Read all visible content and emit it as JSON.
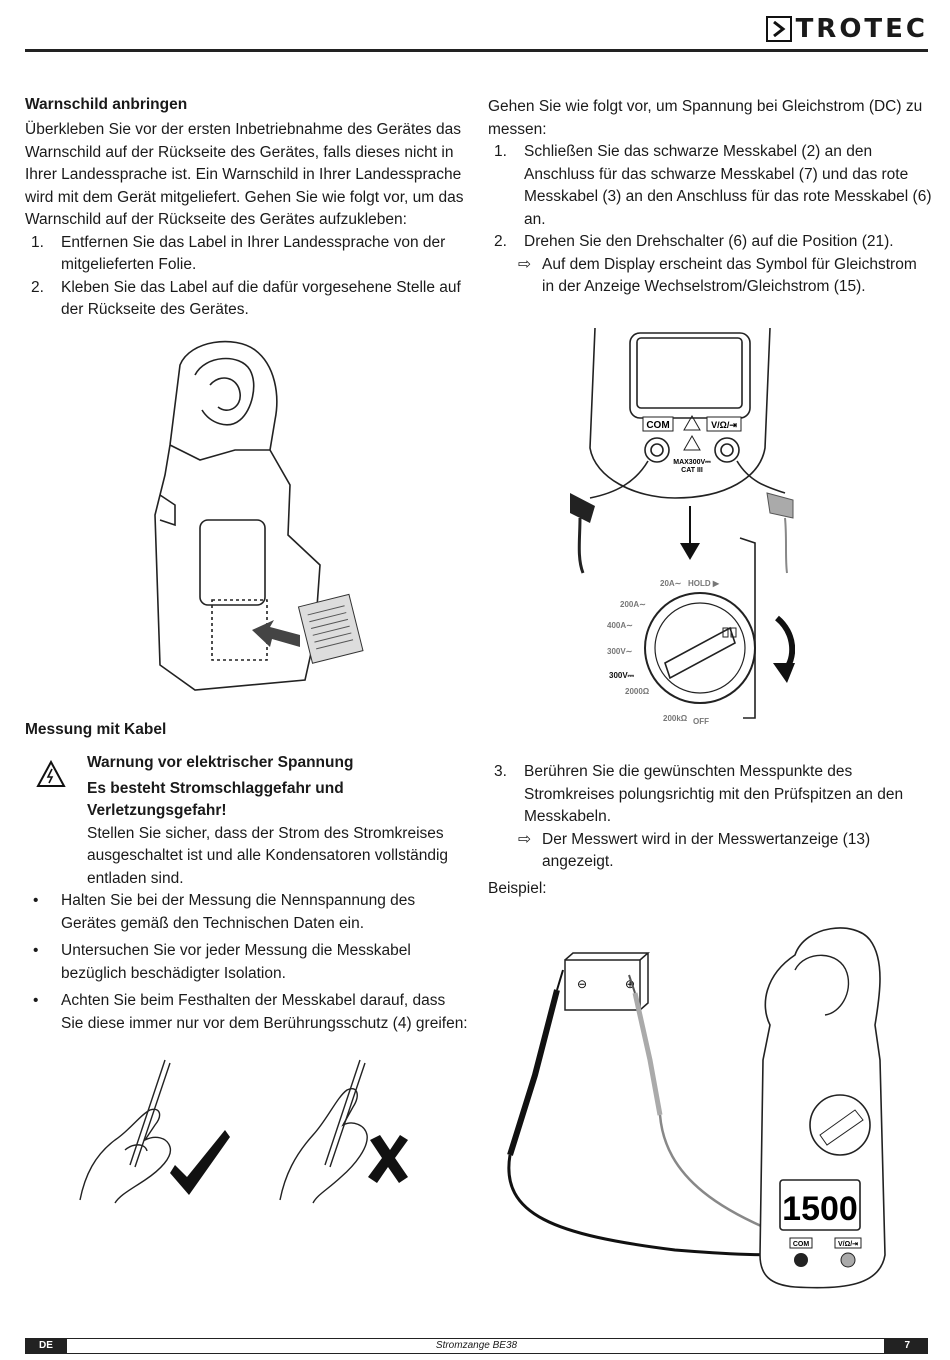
{
  "header": {
    "logo_text": "TROTEC"
  },
  "left": {
    "warnschild_heading": "Warnschild anbringen",
    "warnschild_text": "Überkleben Sie vor der ersten Inbetriebnahme des Gerätes das Warnschild auf der Rückseite des Gerätes, falls dieses nicht in Ihrer Landessprache ist. Ein Warnschild in Ihrer Landessprache wird mit dem Gerät mitgeliefert. Gehen Sie wie folgt vor, um das Warnschild auf der Rückseite des Gerätes aufzukleben:",
    "steps": [
      {
        "num": "1.",
        "text": "Entfernen Sie das Label in Ihrer Landessprache von der mitgelieferten Folie."
      },
      {
        "num": "2.",
        "text": "Kleben Sie das Label auf die dafür vorgesehene Stelle auf der Rückseite des Gerätes."
      }
    ],
    "messung_heading": "Messung mit Kabel",
    "warning_title": "Warnung vor elektrischer Spannung",
    "warning_bold": "Es besteht Stromschlaggefahr und Verletzungsgefahr!",
    "warning_text": "Stellen Sie sicher, dass der Strom des Stromkreises ausgeschaltet ist und alle Kondensatoren vollständig entladen sind.",
    "bullets": [
      "Halten Sie bei der Messung die Nennspannung des Gerätes gemäß den Technischen Daten ein.",
      "Untersuchen Sie vor jeder Messung die Messkabel bezüglich beschädigter Isolation.",
      "Achten Sie beim Festhalten der Messkabel darauf, dass Sie diese immer nur vor dem Berührungsschutz (4) greifen:"
    ]
  },
  "right": {
    "intro": "Gehen Sie wie folgt vor, um Spannung bei Gleichstrom (DC) zu messen:",
    "steps": [
      {
        "num": "1.",
        "text": "Schließen Sie das schwarze Messkabel (2) an den Anschluss für das schwarze Messkabel (7) und das rote Messkabel (3) an den Anschluss für das rote Messkabel (6) an."
      },
      {
        "num": "2.",
        "text": "Drehen Sie den Drehschalter (6) auf die Position (21)."
      }
    ],
    "result1": "Auf dem Display erscheint das Symbol für Gleichstrom in der Anzeige Wechselstrom/Gleichstrom (15).",
    "step3_num": "3.",
    "step3_text": "Berühren Sie die gewünschten Messpunkte des Stromkreises polungsrichtig mit den Prüfspitzen an den Messkabeln.",
    "result2": "Der Messwert wird in der Messwertanzeige (13) angezeigt.",
    "beispiel": "Beispiel:"
  },
  "figure_dial": {
    "com": "COM",
    "vohm": "V/Ω/⇥",
    "max": "MAX300V⎓",
    "cat": "CAT III",
    "labels": [
      "20A∼",
      "HOLD ▶",
      "200A∼",
      "400A∼",
      "300V∼",
      "300V⎓",
      "2000Ω",
      "200kΩ",
      "OFF"
    ]
  },
  "figure_example": {
    "display_value": "1500",
    "minus": "⊖",
    "plus": "⊕",
    "com": "COM",
    "vohm": "V/Ω/⇥"
  },
  "footer": {
    "lang": "DE",
    "product": "Stromzange BE38",
    "page": "7"
  }
}
